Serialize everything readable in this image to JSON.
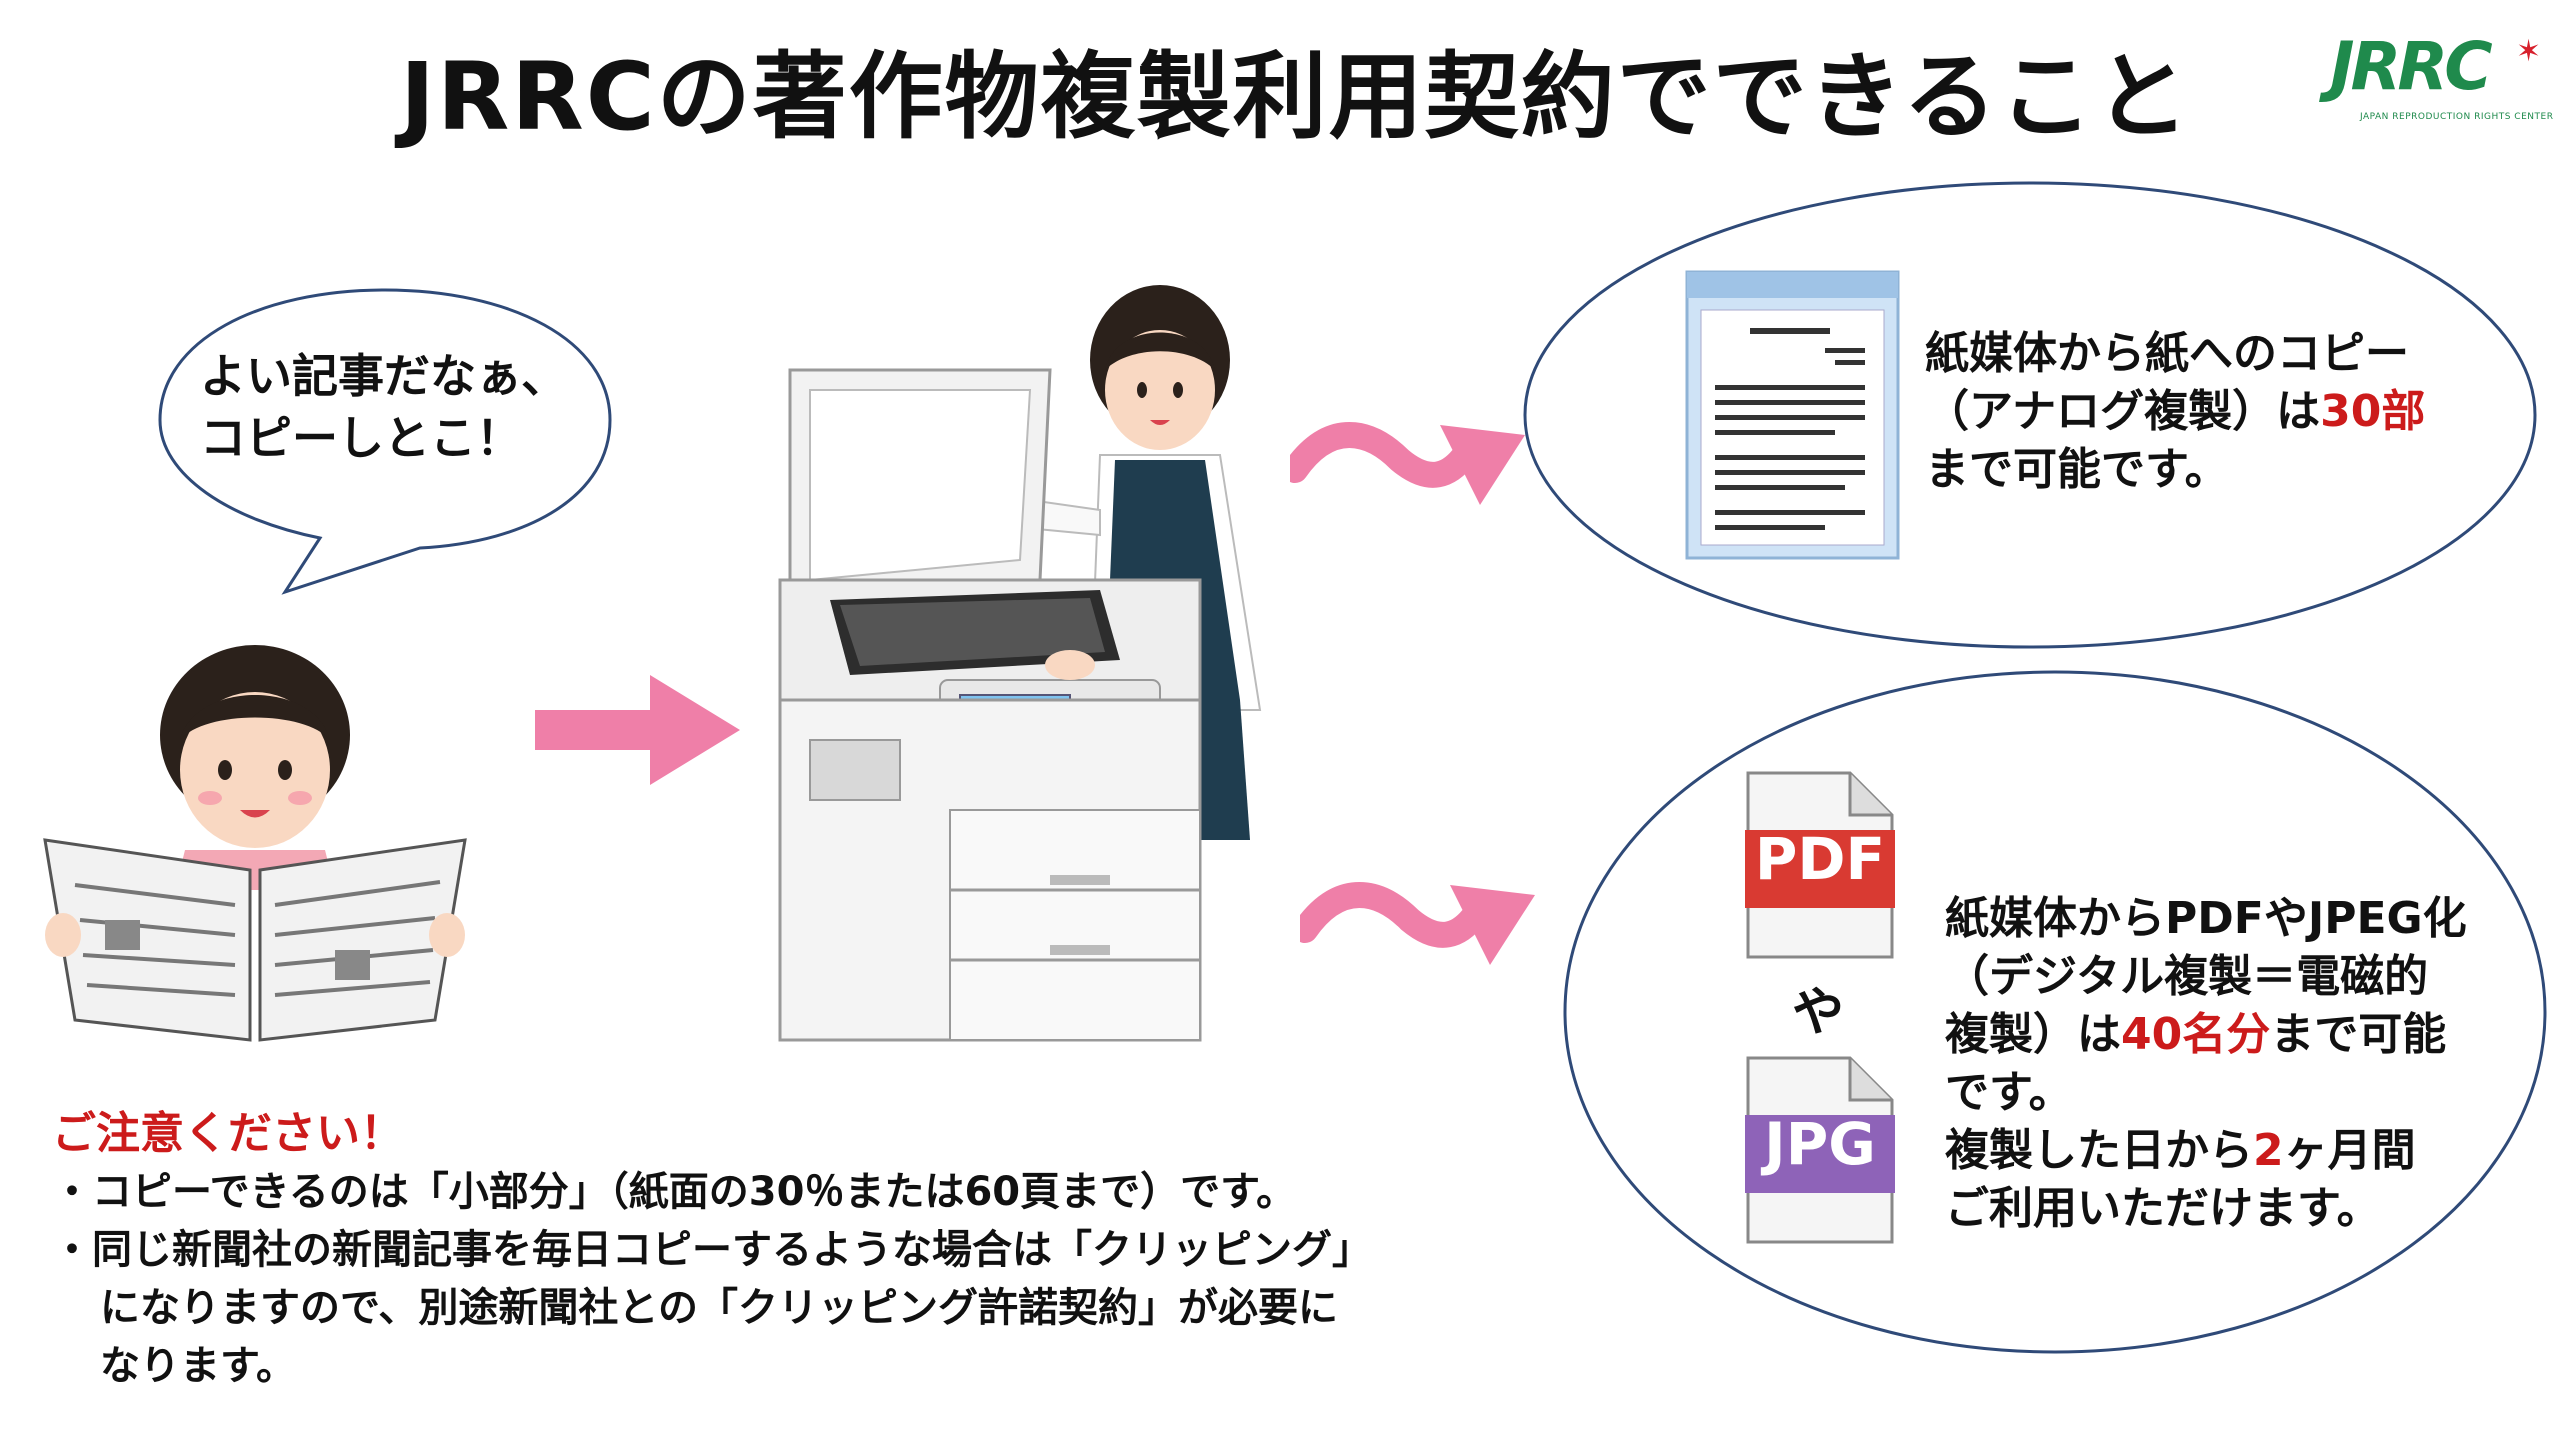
{
  "title": "JRRCの著作物複製利用契約でできること",
  "logo": {
    "text": "JRRC",
    "subtitle": "JAPAN REPRODUCTION RIGHTS CENTER"
  },
  "speech": "よい記事だなぁ、\nコピーしとこ！",
  "analog": {
    "line1": "紙媒体から紙へのコピー",
    "line2_prefix": "（アナログ複製）は",
    "line2_highlight": "30部",
    "line3": "まで可能です。"
  },
  "digital": {
    "line1": "紙媒体からPDFやJPEG化",
    "line2": "（デジタル複製＝電磁的",
    "line3_prefix": "複製）は",
    "line3_highlight": "40名分",
    "line3_suffix": "まで可能",
    "line4": "です。",
    "line5_prefix": "複製した日から",
    "line5_highlight": "2",
    "line5_suffix": "ヶ月間",
    "line6": "ご利用いただけます。"
  },
  "file_icons": {
    "pdf": "PDF",
    "jpg": "JPG",
    "connector": "や"
  },
  "caution": {
    "title": "ご注意ください！",
    "line1": "・コピーできるのは「小部分」（紙面の30％または60頁まで）です。",
    "line2": "・同じ新聞社の新聞記事を毎日コピーするような場合は「クリッピング」",
    "line3": "になりますので、別途新聞社との「クリッピング許諾契約」が必要に",
    "line4": "なります。"
  },
  "colors": {
    "accent_red": "#cc1b1b",
    "logo_green": "#1f8a4c",
    "arrow_pink": "#ef7fa8",
    "oval_border": "#2f4a78",
    "pdf_red": "#d93a32",
    "jpg_purple": "#8e63b8"
  }
}
